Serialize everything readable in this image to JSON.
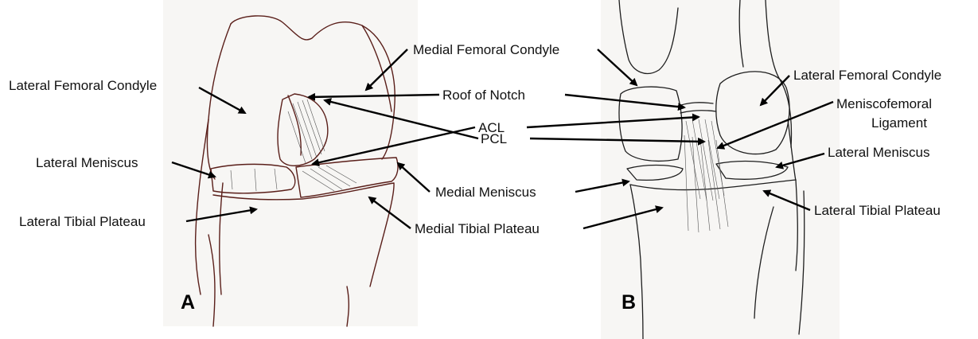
{
  "panels": {
    "a": "A",
    "b": "B"
  },
  "labels": {
    "medial_femoral_condyle": "Medial Femoral Condyle",
    "lateral_femoral_condyle_left": "Lateral Femoral Condyle",
    "roof_of_notch": "Roof of Notch",
    "acl": "ACL",
    "pcl": "PCL",
    "lateral_meniscus_left": "Lateral Meniscus",
    "medial_meniscus": "Medial Meniscus",
    "lateral_tibial_plateau_left": "Lateral Tibial Plateau",
    "medial_tibial_plateau": "Medial Tibial Plateau",
    "lateral_femoral_condyle_right": "Lateral Femoral Condyle",
    "meniscofemoral_line1": "Meniscofemoral",
    "meniscofemoral_line2": "Ligament",
    "lateral_meniscus_right": "Lateral Meniscus",
    "lateral_tibial_plateau_right": "Lateral Tibial Plateau"
  },
  "colors": {
    "ink_left": "#5a1f1a",
    "ink_right": "#1e1e1e",
    "arrow": "#000000"
  }
}
